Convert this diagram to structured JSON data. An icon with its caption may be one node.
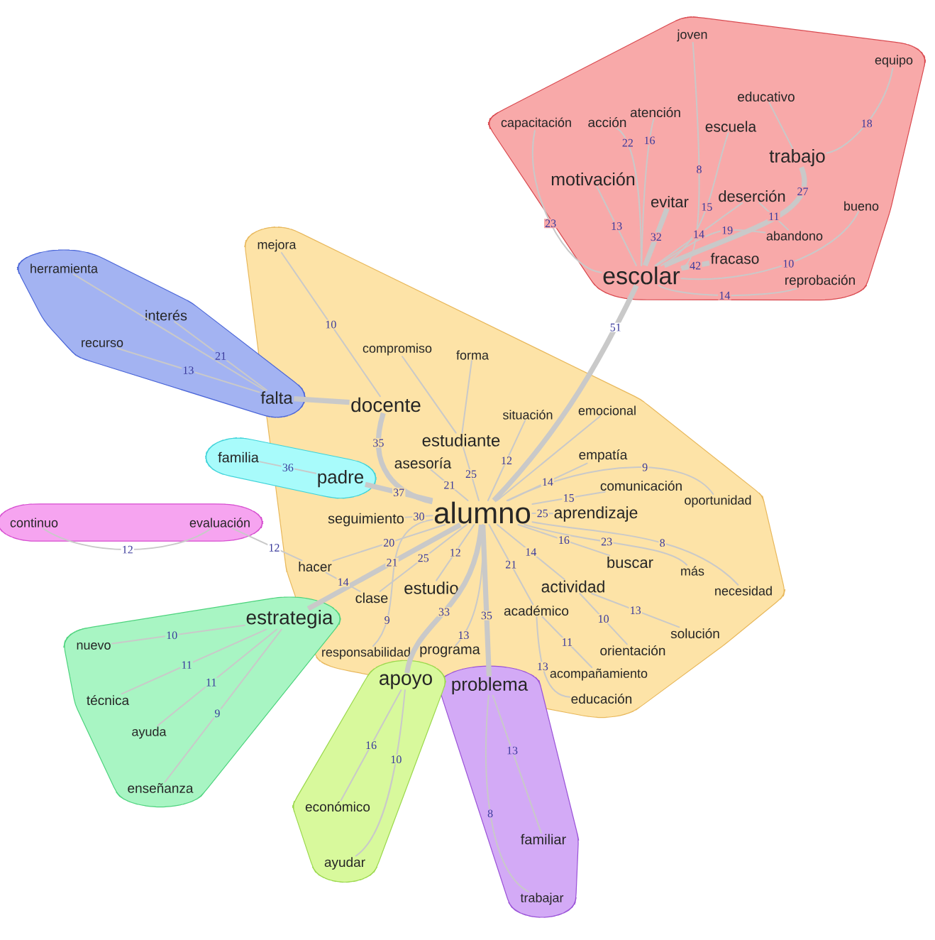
{
  "diagram": {
    "nodes": [
      {
        "text": [],
        "shape": "blob"
      },
      {
        "text": [
          "joven"
        ],
        "in": 0
      },
      {
        "text": [
          "equipo"
        ],
        "in": 0
      },
      {
        "text": [
          "educativo"
        ],
        "in": 0
      },
      {
        "text": [
          "capacitación"
        ],
        "in": 0
      },
      {
        "text": [
          "acción"
        ],
        "in": 0
      },
      {
        "text": [
          "atención"
        ],
        "in": 0
      },
      {
        "text": [
          "escuela"
        ],
        "in": 0
      },
      {
        "text": [
          "trabajo"
        ],
        "in": 0
      },
      {
        "text": [
          "motivación"
        ],
        "in": 0
      },
      {
        "text": [
          "evitar"
        ],
        "in": 0
      },
      {
        "text": [
          "deserción"
        ],
        "in": 0
      },
      {
        "text": [
          "bueno"
        ],
        "in": 0
      },
      {
        "text": [
          "abandono"
        ],
        "in": 0
      },
      {
        "text": [
          "fracaso"
        ],
        "in": 0
      },
      {
        "text": [
          "escolar"
        ],
        "in": 0
      },
      {
        "text": [
          "reprobación"
        ],
        "in": 0
      },
      {
        "text": [],
        "shape": "blob"
      },
      {
        "text": [
          "mejora"
        ],
        "in": 17
      },
      {
        "text": [
          "compromiso"
        ],
        "in": 17
      },
      {
        "text": [
          "forma"
        ],
        "in": 17
      },
      {
        "text": [
          "docente"
        ],
        "in": 17
      },
      {
        "text": [
          "situación"
        ],
        "in": 17
      },
      {
        "text": [
          "emocional"
        ],
        "in": 17
      },
      {
        "text": [
          "estudiante"
        ],
        "in": 17
      },
      {
        "text": [
          "asesoría"
        ],
        "in": 17
      },
      {
        "text": [
          "empatía"
        ],
        "in": 17
      },
      {
        "text": [
          "comunicación"
        ],
        "in": 17
      },
      {
        "text": [
          "oportunidad"
        ],
        "in": 17
      },
      {
        "text": [
          "seguimiento"
        ],
        "in": 17
      },
      {
        "text": [
          "alumno"
        ],
        "in": 17
      },
      {
        "text": [
          "aprendizaje"
        ],
        "in": 17
      },
      {
        "text": [
          "hacer"
        ],
        "in": 17
      },
      {
        "text": [
          "clase"
        ],
        "in": 17
      },
      {
        "text": [
          "estudio"
        ],
        "in": 17
      },
      {
        "text": [
          "buscar"
        ],
        "in": 17
      },
      {
        "text": [
          "actividad"
        ],
        "in": 17
      },
      {
        "text": [
          "más"
        ],
        "in": 17
      },
      {
        "text": [
          "necesidad"
        ],
        "in": 17
      },
      {
        "text": [
          "académico"
        ],
        "in": 17
      },
      {
        "text": [
          "solución"
        ],
        "in": 17
      },
      {
        "text": [
          "orientación"
        ],
        "in": 17
      },
      {
        "text": [
          "responsabilidad"
        ],
        "in": 17
      },
      {
        "text": [
          "programa"
        ],
        "in": 17
      },
      {
        "text": [
          "acompañamiento"
        ],
        "in": 17
      },
      {
        "text": [
          "educación"
        ],
        "in": 17
      },
      {
        "text": [],
        "shape": "blob"
      },
      {
        "text": [
          "herramienta"
        ],
        "in": 46
      },
      {
        "text": [
          "interés"
        ],
        "in": 46
      },
      {
        "text": [
          "recurso"
        ],
        "in": 46
      },
      {
        "text": [
          "falta"
        ]
      },
      {
        "text": [],
        "shape": "blob"
      },
      {
        "text": [
          "familia"
        ],
        "in": 51
      },
      {
        "text": [
          "padre"
        ]
      },
      {
        "text": [],
        "shape": "blob"
      },
      {
        "text": [
          "continuo"
        ],
        "in": 54
      },
      {
        "text": [
          "evaluación"
        ],
        "in": 54
      },
      {
        "text": [],
        "shape": "blob"
      },
      {
        "text": [
          "estrategia"
        ],
        "in": 57
      },
      {
        "text": [
          "nuevo"
        ],
        "in": 57
      },
      {
        "text": [
          "técnica"
        ],
        "in": 57
      },
      {
        "text": [
          "ayuda"
        ],
        "in": 57
      },
      {
        "text": [
          "enseñanza"
        ],
        "in": 57
      },
      {
        "text": [],
        "shape": "blob"
      },
      {
        "text": [
          "apoyo"
        ]
      },
      {
        "text": [
          "económico"
        ],
        "in": 63
      },
      {
        "text": [
          "ayudar"
        ],
        "in": 63
      },
      {
        "text": [],
        "shape": "blob"
      },
      {
        "text": [
          "problema"
        ]
      },
      {
        "text": [
          "familiar"
        ],
        "in": 67
      },
      {
        "text": [
          "trabajar"
        ],
        "in": 67
      }
    ],
    "edges": [
      {
        "from": 15,
        "to": 8,
        "arrow": "none",
        "label": "27",
        "style": "thick"
      },
      {
        "from": 8,
        "to": 2,
        "arrow": "none",
        "label": "18"
      },
      {
        "from": 15,
        "to": 1,
        "arrow": "none",
        "label": "8"
      },
      {
        "from": 15,
        "to": 4,
        "arrow": "none",
        "label": "23"
      },
      {
        "from": 15,
        "to": 9,
        "arrow": "none",
        "label": "13"
      },
      {
        "from": 15,
        "to": 5,
        "arrow": "none",
        "label": "22"
      },
      {
        "from": 15,
        "to": 6,
        "arrow": "none",
        "label": "16"
      },
      {
        "from": 15,
        "to": 7,
        "arrow": "none",
        "label": "15"
      },
      {
        "from": 15,
        "to": 10,
        "arrow": "none",
        "label": "32",
        "style": "thick"
      },
      {
        "from": 8,
        "to": 3,
        "arrow": "none"
      },
      {
        "from": 15,
        "to": 11,
        "arrow": "none",
        "label": "14"
      },
      {
        "from": 15,
        "to": 13,
        "arrow": "none",
        "label": "19"
      },
      {
        "from": 11,
        "to": 13,
        "arrow": "none",
        "label": "11"
      },
      {
        "from": 15,
        "to": 14,
        "arrow": "none",
        "label": "42",
        "style": "thick"
      },
      {
        "from": 15,
        "to": 12,
        "arrow": "none",
        "label": "10"
      },
      {
        "from": 15,
        "to": 16,
        "arrow": "none",
        "label": "14"
      },
      {
        "from": 15,
        "to": 30,
        "arrow": "none",
        "label": "51",
        "style": "thick"
      },
      {
        "from": 21,
        "to": 18,
        "arrow": "none",
        "label": "10"
      },
      {
        "from": 24,
        "to": 19,
        "arrow": "none"
      },
      {
        "from": 24,
        "to": 20,
        "arrow": "none"
      },
      {
        "from": 21,
        "to": 30,
        "arrow": "none",
        "label": "35",
        "style": "thick"
      },
      {
        "from": 50,
        "to": 21,
        "arrow": "none",
        "style": "thick"
      },
      {
        "from": 30,
        "to": 24,
        "arrow": "none",
        "label": "25"
      },
      {
        "from": 30,
        "to": 22,
        "arrow": "none",
        "label": "12"
      },
      {
        "from": 30,
        "to": 23,
        "arrow": "none"
      },
      {
        "from": 30,
        "to": 26,
        "arrow": "none",
        "label": "14"
      },
      {
        "from": 30,
        "to": 27,
        "arrow": "none",
        "label": "15"
      },
      {
        "from": 30,
        "to": 28,
        "arrow": "none",
        "label": "9"
      },
      {
        "from": 30,
        "to": 25,
        "arrow": "none",
        "label": "21"
      },
      {
        "from": 53,
        "to": 30,
        "arrow": "none",
        "label": "37",
        "style": "thick"
      },
      {
        "from": 52,
        "to": 53,
        "arrow": "none",
        "label": "36"
      },
      {
        "from": 30,
        "to": 29,
        "arrow": "none",
        "label": "30"
      },
      {
        "from": 30,
        "to": 32,
        "arrow": "none",
        "label": "20"
      },
      {
        "from": 30,
        "to": 58,
        "arrow": "none",
        "label": "21",
        "style": "thick"
      },
      {
        "from": 30,
        "to": 33,
        "arrow": "none",
        "label": "25"
      },
      {
        "from": 32,
        "to": 33,
        "arrow": "none",
        "label": "14"
      },
      {
        "from": 56,
        "to": 32,
        "arrow": "none",
        "label": "12"
      },
      {
        "from": 55,
        "to": 56,
        "arrow": "none",
        "label": "12"
      },
      {
        "from": 30,
        "to": 31,
        "arrow": "none",
        "label": "25"
      },
      {
        "from": 30,
        "to": 35,
        "arrow": "none",
        "label": "16"
      },
      {
        "from": 30,
        "to": 38,
        "arrow": "none",
        "label": "8"
      },
      {
        "from": 30,
        "to": 37,
        "arrow": "none",
        "label": "23"
      },
      {
        "from": 30,
        "to": 36,
        "arrow": "none",
        "label": "14"
      },
      {
        "from": 36,
        "to": 41,
        "arrow": "none",
        "label": "10"
      },
      {
        "from": 30,
        "to": 34,
        "arrow": "none",
        "label": "12"
      },
      {
        "from": 30,
        "to": 39,
        "arrow": "none",
        "label": "21"
      },
      {
        "from": 39,
        "to": 45,
        "arrow": "none",
        "label": "13"
      },
      {
        "from": 39,
        "to": 44,
        "arrow": "none",
        "label": "11"
      },
      {
        "from": 30,
        "to": 43,
        "arrow": "none",
        "label": "13"
      },
      {
        "from": 30,
        "to": 68,
        "arrow": "none",
        "label": "35",
        "style": "thick"
      },
      {
        "from": 36,
        "to": 40,
        "arrow": "none",
        "label": "13"
      },
      {
        "from": 30,
        "to": 64,
        "arrow": "none",
        "label": "33",
        "style": "thick"
      },
      {
        "from": 30,
        "to": 42,
        "arrow": "none",
        "label": "9"
      },
      {
        "from": 50,
        "to": 47,
        "arrow": "none"
      },
      {
        "from": 50,
        "to": 48,
        "arrow": "none",
        "label": "21"
      },
      {
        "from": 50,
        "to": 49,
        "arrow": "none",
        "label": "13"
      },
      {
        "from": 58,
        "to": 59,
        "arrow": "none",
        "label": "10"
      },
      {
        "from": 58,
        "to": 60,
        "arrow": "none",
        "label": "11"
      },
      {
        "from": 58,
        "to": 61,
        "arrow": "none",
        "label": "11"
      },
      {
        "from": 58,
        "to": 62,
        "arrow": "none",
        "label": "9"
      },
      {
        "from": 64,
        "to": 65,
        "arrow": "none",
        "label": "16"
      },
      {
        "from": 64,
        "to": 66,
        "arrow": "none",
        "label": "10"
      },
      {
        "from": 68,
        "to": 69,
        "arrow": "none",
        "label": "13"
      },
      {
        "from": 68,
        "to": 70,
        "arrow": "none",
        "label": "8"
      }
    ]
  }
}
